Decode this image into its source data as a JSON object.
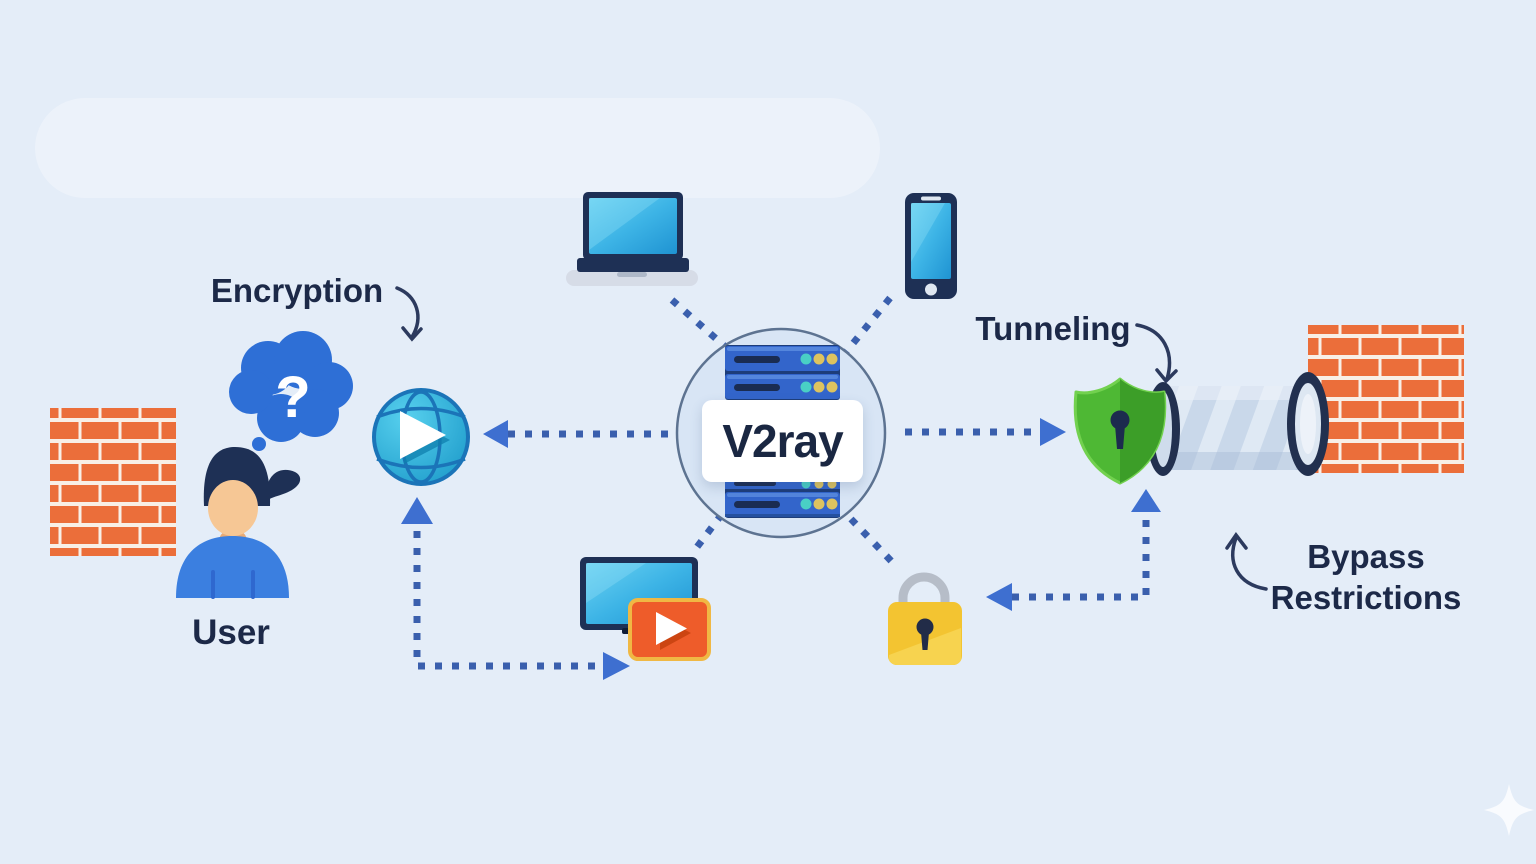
{
  "diagram": {
    "title": "V2ray",
    "labels": {
      "encryption": "Encryption",
      "tunneling": "Tunneling",
      "bypass_line1": "Bypass",
      "bypass_line2": "Restrictions",
      "user": "User",
      "v2ray": "V2ray",
      "question_mark": "?"
    },
    "nodes": [
      {
        "name": "firewall-left",
        "icon": "brick-wall-icon"
      },
      {
        "name": "user",
        "icon": "person-icon",
        "label": "User"
      },
      {
        "name": "thought-bubble",
        "icon": "question-cloud-icon",
        "text": "?"
      },
      {
        "name": "encrypted-globe",
        "icon": "globe-play-icon",
        "annotation": "Encryption"
      },
      {
        "name": "v2ray-server",
        "icon": "server-stack-icon",
        "label": "V2ray"
      },
      {
        "name": "laptop",
        "icon": "laptop-icon"
      },
      {
        "name": "smartphone",
        "icon": "smartphone-icon"
      },
      {
        "name": "video-player",
        "icon": "video-monitor-icon"
      },
      {
        "name": "padlock",
        "icon": "padlock-icon"
      },
      {
        "name": "shield",
        "icon": "shield-keyhole-icon",
        "annotation": "Tunneling"
      },
      {
        "name": "tunnel",
        "icon": "tunnel-pipe-icon"
      },
      {
        "name": "firewall-right",
        "icon": "brick-wall-icon",
        "annotation": "Bypass Restrictions"
      },
      {
        "name": "sparkle",
        "icon": "sparkle-icon"
      }
    ],
    "connections": [
      {
        "from": "laptop",
        "to": "v2ray-server",
        "style": "dashed"
      },
      {
        "from": "smartphone",
        "to": "v2ray-server",
        "style": "dashed"
      },
      {
        "from": "v2ray-server",
        "to": "encrypted-globe",
        "style": "dashed-arrow"
      },
      {
        "from": "v2ray-server",
        "to": "shield",
        "style": "dashed-arrow"
      },
      {
        "from": "v2ray-server",
        "to": "video-player",
        "style": "dashed"
      },
      {
        "from": "v2ray-server",
        "to": "padlock",
        "style": "dashed"
      },
      {
        "from": "video-player",
        "to": "encrypted-globe",
        "style": "dashed-arrow-elbow"
      },
      {
        "from": "padlock",
        "to": "shield",
        "style": "dashed-arrow-elbow"
      }
    ],
    "colors": {
      "background": "#e4edf8",
      "text": "#1c2948",
      "bubble_blue": "#2e6fd6",
      "dashed_line": "#3a5fad",
      "arrowhead": "#3e6fd0",
      "server_blue": "#3365cb",
      "brick_orange": "#eb6e3a",
      "shield_green": "#4eb834",
      "padlock_yellow": "#f3c431",
      "globe_teal": "#1b9ccb",
      "play_button_orange": "#ee5c2a",
      "device_navy": "#1e3055",
      "screen_cyan": "#3db4e6"
    }
  }
}
